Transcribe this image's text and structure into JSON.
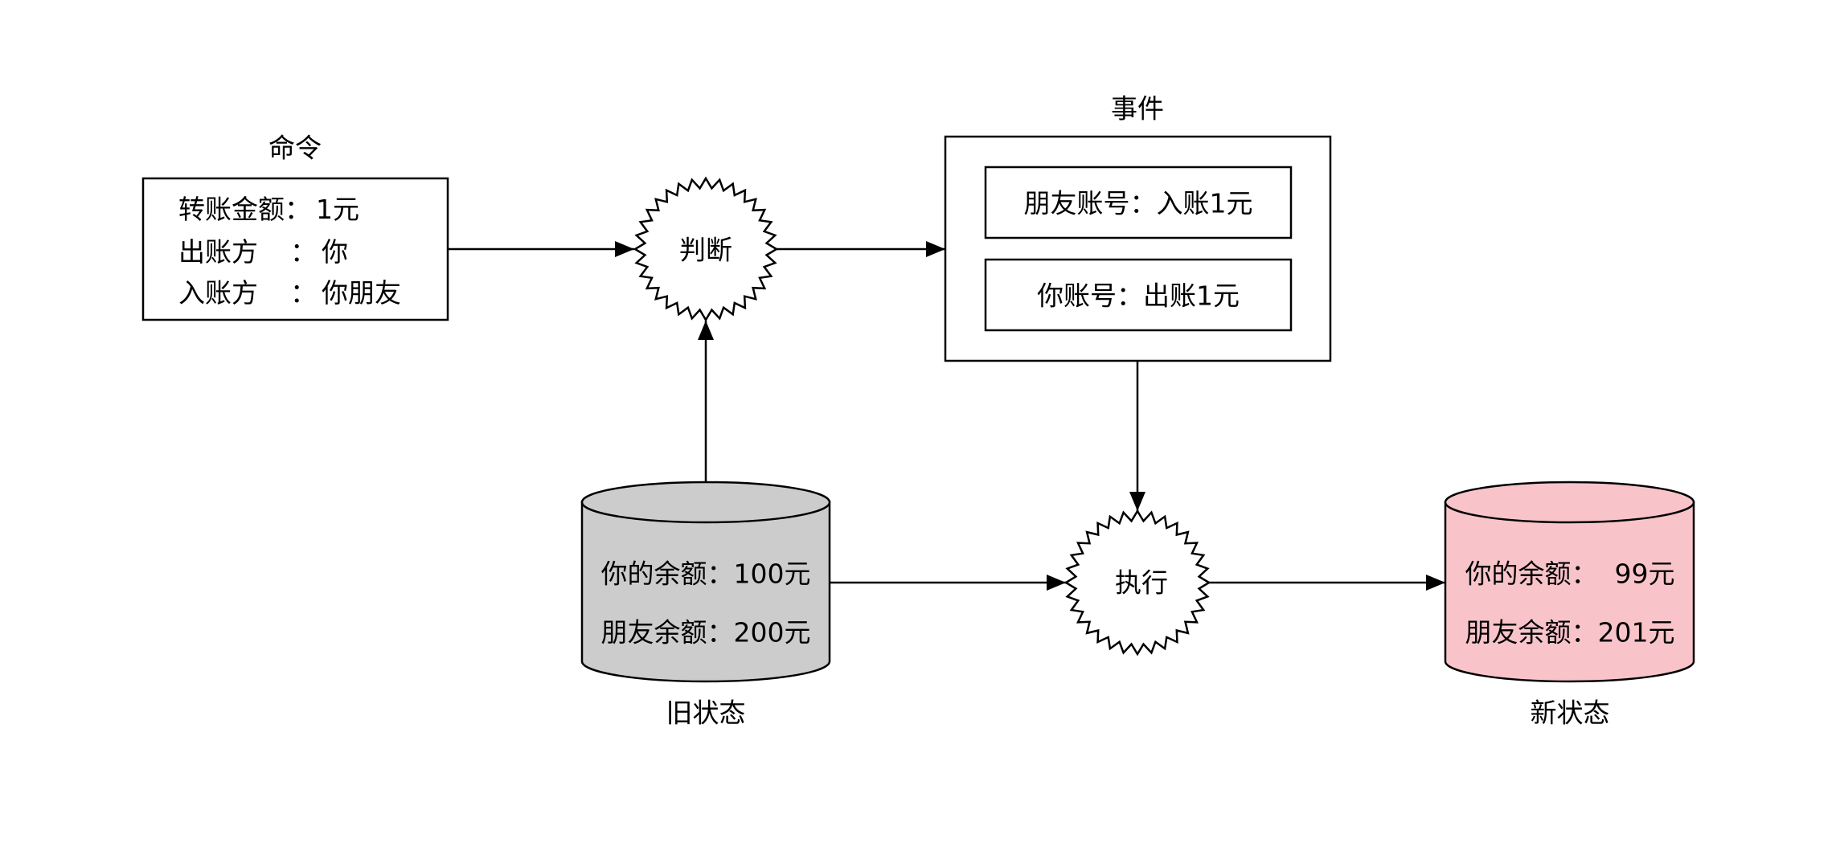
{
  "command": {
    "title": "命令",
    "rows": [
      {
        "key": "转账金额",
        "sep": "：",
        "value": "1元"
      },
      {
        "key": "出账方",
        "sep": "：",
        "value": "你"
      },
      {
        "key": "入账方",
        "sep": "：",
        "value": "你朋友"
      }
    ]
  },
  "judge": {
    "label": "判断"
  },
  "event": {
    "title": "事件",
    "items": [
      "朋友账号：入账1元",
      "你账号：出账1元"
    ]
  },
  "execute": {
    "label": "执行"
  },
  "old_state": {
    "title": "旧状态",
    "lines": [
      "你的余额：100元",
      "朋友余额：200元"
    ],
    "fill": "#CCCCCC"
  },
  "new_state": {
    "title": "新状态",
    "lines": [
      "你的余额：  99元",
      "朋友余额：201元"
    ],
    "fill": "#F8C4CA"
  }
}
